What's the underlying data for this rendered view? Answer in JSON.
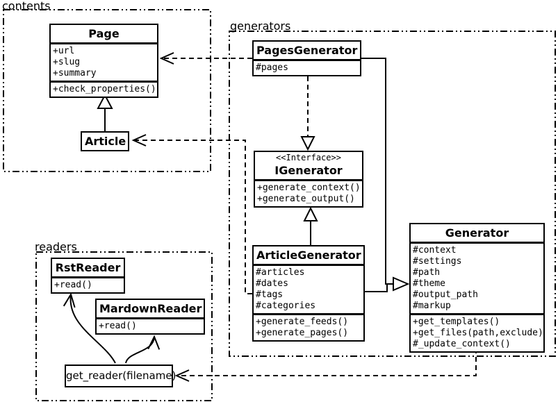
{
  "packages": {
    "contents": {
      "label": "contents"
    },
    "generators": {
      "label": "generators"
    },
    "readers": {
      "label": "readers"
    }
  },
  "classes": {
    "page": {
      "title": "Page",
      "attributes": [
        "+url",
        "+slug",
        "+summary"
      ],
      "methods": [
        "+check_properties()"
      ]
    },
    "article": {
      "title": "Article"
    },
    "pages_generator": {
      "title": "PagesGenerator",
      "attributes": [
        "#pages"
      ]
    },
    "igenerator": {
      "stereotype": "<<Interface>>",
      "title": "IGenerator",
      "methods": [
        "+generate_context()",
        "+generate_output()"
      ]
    },
    "article_generator": {
      "title": "ArticleGenerator",
      "attributes": [
        "#articles",
        "#dates",
        "#tags",
        "#categories"
      ],
      "methods": [
        "+generate_feeds()",
        "+generate_pages()"
      ]
    },
    "generator": {
      "title": "Generator",
      "attributes": [
        "#context",
        "#settings",
        "#path",
        "#theme",
        "#output_path",
        "#markup"
      ],
      "methods": [
        "+get_templates()",
        "+get_files(path,exclude)",
        "#_update_context()"
      ]
    },
    "rst_reader": {
      "title": "RstReader",
      "methods": [
        "+read()"
      ]
    },
    "mardown_reader": {
      "title": "MardownReader",
      "methods": [
        "+read()"
      ]
    },
    "get_reader": {
      "title": "get_reader(filename)"
    }
  },
  "relationships": [
    {
      "type": "inheritance",
      "from": "Article",
      "to": "Page"
    },
    {
      "type": "realization",
      "from": "PagesGenerator",
      "to": "IGenerator"
    },
    {
      "type": "inheritance",
      "from": "ArticleGenerator",
      "to": "IGenerator"
    },
    {
      "type": "inheritance",
      "from": "PagesGenerator",
      "to": "Generator"
    },
    {
      "type": "inheritance",
      "from": "ArticleGenerator",
      "to": "Generator"
    },
    {
      "type": "dependency",
      "from": "PagesGenerator",
      "to": "Page"
    },
    {
      "type": "dependency",
      "from": "ArticleGenerator",
      "to": "Article"
    },
    {
      "type": "dependency",
      "from": "Generator",
      "to": "get_reader(filename)"
    },
    {
      "type": "call-arrow",
      "from": "get_reader(filename)",
      "to": "RstReader"
    },
    {
      "type": "call-arrow",
      "from": "get_reader(filename)",
      "to": "MardownReader"
    }
  ],
  "colors": {
    "line": "#000000",
    "background": "#ffffff"
  }
}
